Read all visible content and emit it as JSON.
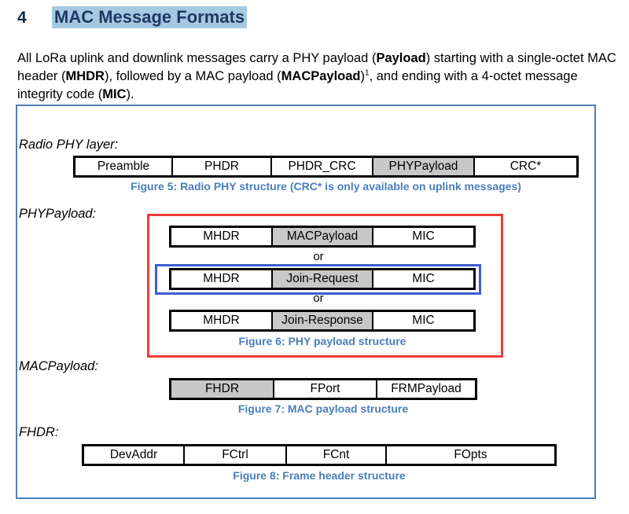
{
  "heading": {
    "number": "4",
    "title": "MAC Message Formats",
    "highlight_color": "#a6c9e2",
    "title_color": "#1f3864"
  },
  "paragraph": {
    "part1": "All LoRa uplink and downlink messages carry a PHY payload (",
    "bold1": "Payload",
    "part2": ") starting with a single-octet MAC header (",
    "bold2": "MHDR",
    "part3": "), followed by a MAC payload (",
    "bold3": "MACPayload",
    "superscript": "1",
    "part4": ", and ending with a 4-octet message integrity code (",
    "bold4": "MIC",
    "part5": ")."
  },
  "figure_frame": {
    "border_color": "#4e7eb5"
  },
  "sections": {
    "radio_phy": {
      "label": "Radio PHY layer:",
      "cells": [
        {
          "text": "Preamble",
          "shaded": false
        },
        {
          "text": "PHDR",
          "shaded": false
        },
        {
          "text": "PHDR_CRC",
          "shaded": false
        },
        {
          "text": "PHYPayload",
          "shaded": true
        },
        {
          "text": "CRC*",
          "shaded": false
        }
      ],
      "caption": "Figure 5: Radio PHY structure (CRC* is only available on uplink messages)"
    },
    "phy_payload": {
      "label": "PHYPayload:",
      "row1": [
        {
          "text": "MHDR",
          "shaded": false
        },
        {
          "text": "MACPayload",
          "shaded": true
        },
        {
          "text": "MIC",
          "shaded": false
        }
      ],
      "or1": "or",
      "row2": [
        {
          "text": "MHDR",
          "shaded": false
        },
        {
          "text": "Join-Request",
          "shaded": true
        },
        {
          "text": "MIC",
          "shaded": false
        }
      ],
      "or2": "or",
      "row3": [
        {
          "text": "MHDR",
          "shaded": false
        },
        {
          "text": "Join-Response",
          "shaded": true
        },
        {
          "text": "MIC",
          "shaded": false
        }
      ],
      "caption": "Figure 6: PHY payload structure"
    },
    "mac_payload": {
      "label": "MACPayload:",
      "cells": [
        {
          "text": "FHDR",
          "shaded": true
        },
        {
          "text": "FPort",
          "shaded": false
        },
        {
          "text": "FRMPayload",
          "shaded": false
        }
      ],
      "caption": "Figure 7: MAC payload structure"
    },
    "fhdr": {
      "label": "FHDR:",
      "cells": [
        {
          "text": "DevAddr",
          "shaded": false
        },
        {
          "text": "FCtrl",
          "shaded": false
        },
        {
          "text": "FCnt",
          "shaded": false
        },
        {
          "text": "FOpts",
          "shaded": false
        }
      ],
      "caption": "Figure 8: Frame header structure"
    }
  },
  "annotations": {
    "red_box_color": "#f03c38",
    "blue_box_color": "#3a5fcd"
  }
}
